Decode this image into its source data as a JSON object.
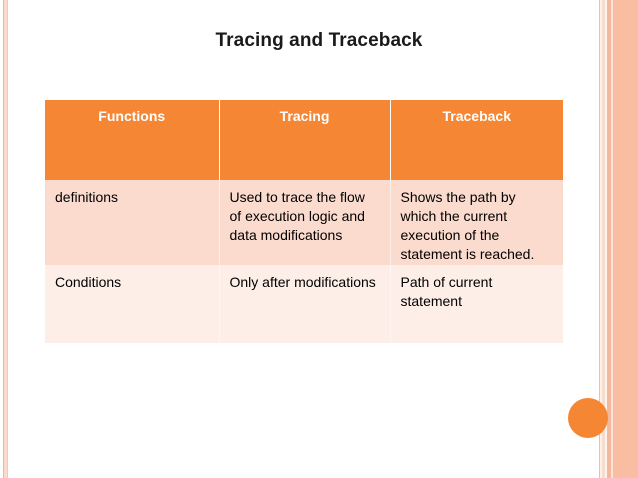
{
  "slide": {
    "title": "Tracing and Traceback",
    "background_color": "#ffffff",
    "accent_color": "#f58634",
    "band_color": "#f9bda2"
  },
  "table": {
    "headers": [
      "Functions",
      "Tracing",
      "Traceback"
    ],
    "header_bg": "#f58634",
    "header_text_color": "#ffffff",
    "rows": [
      {
        "row_bg": "#fbdbcd",
        "cells": [
          "definitions",
          "Used to trace the flow of execution logic and data modifications",
          "Shows the path by which the current execution of the statement is reached."
        ]
      },
      {
        "row_bg": "#fdeee7",
        "cells": [
          "Conditions",
          "Only after modifications",
          "Path of current statement"
        ]
      }
    ]
  },
  "decorations": {
    "circle_name": "orange-circle-decoration",
    "circle_color": "#f58634",
    "left_border_name": "left-edge-stripes",
    "right_border_name": "right-edge-stripes"
  }
}
